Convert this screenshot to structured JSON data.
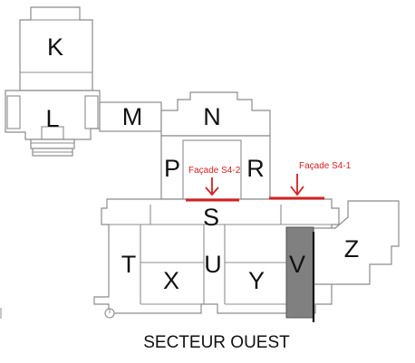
{
  "plan": {
    "zones": {
      "K": "K",
      "L": "L",
      "M": "M",
      "N": "N",
      "P": "P",
      "R": "R",
      "S": "S",
      "T": "T",
      "U": "U",
      "V": "V",
      "X": "X",
      "Y": "Y",
      "Z": "Z"
    },
    "facades": {
      "s4_2": "Façade S4-2",
      "s4_1": "Façade S4-1"
    },
    "caption": "SECTEUR OUEST",
    "colors": {
      "facade_line": "#d42020",
      "highlight_block": "#808080",
      "wall_stroke": "#8c8c8c"
    }
  }
}
